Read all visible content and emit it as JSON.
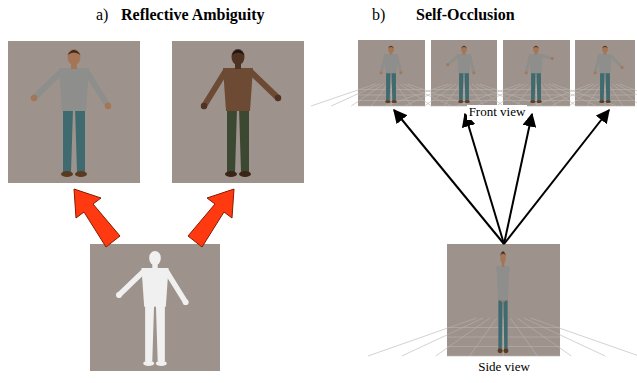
{
  "diagram": {
    "labels": [
      "a)",
      "Reflective Ambiguity",
      "b)",
      "Self-Occlusion",
      "Front view",
      "Side view"
    ]
  }
}
